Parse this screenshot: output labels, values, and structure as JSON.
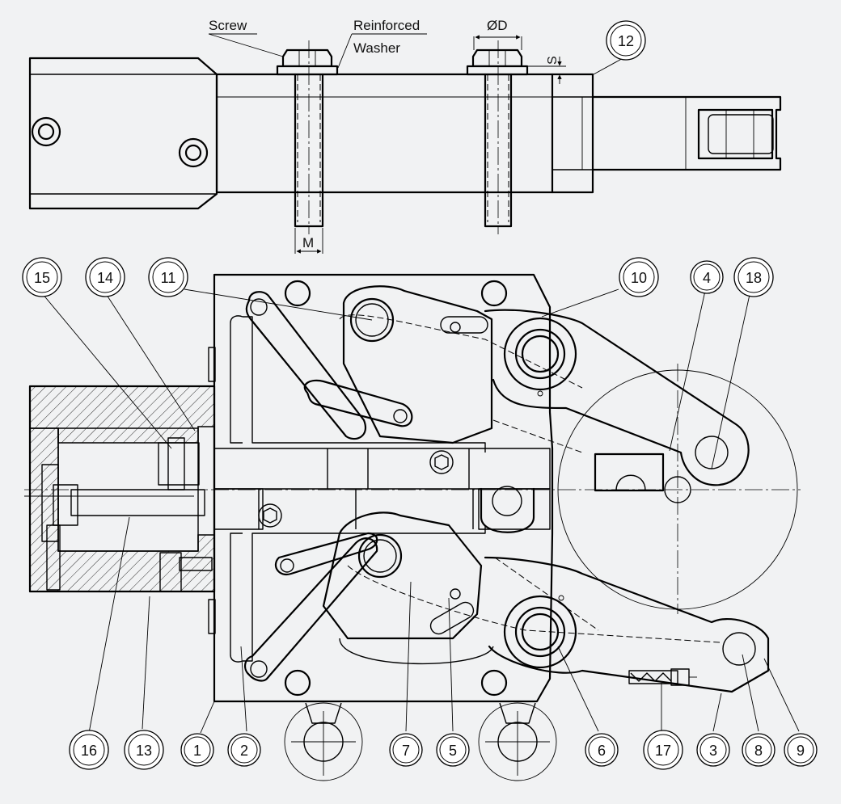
{
  "labels": {
    "screw": "Screw",
    "reinforced": "Reinforced",
    "washer": "Washer",
    "diameter": "ØD",
    "spacing": "S",
    "thread": "M"
  },
  "balloons": [
    "1",
    "2",
    "3",
    "4",
    "5",
    "6",
    "7",
    "8",
    "9",
    "10",
    "11",
    "12",
    "13",
    "14",
    "15",
    "16",
    "17",
    "18"
  ],
  "colors": {
    "background": "#f1f2f3",
    "line": "#000000",
    "balloon_fill": "#ffffff"
  }
}
